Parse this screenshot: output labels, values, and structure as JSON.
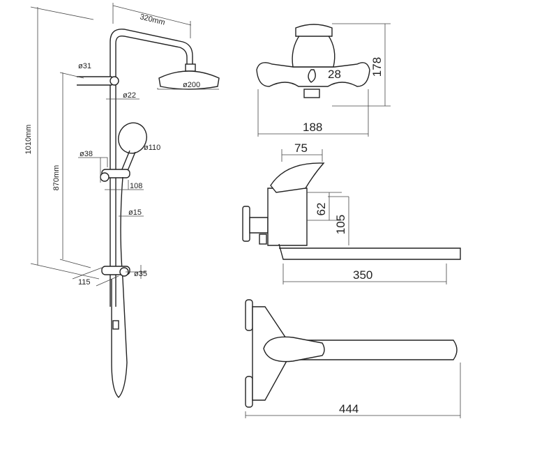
{
  "shower_system": {
    "arm_length": "320mm",
    "total_height": "1010mm",
    "bar_height": "870mm",
    "wall_bracket_diameter": "ø31",
    "head_diameter": "ø200",
    "pipe_diameter": "ø22",
    "hand_shower_diameter": "ø110",
    "slider_diameter": "ø38",
    "slider_depth": "108",
    "hose_diameter": "ø15",
    "bottom_bracket_diameter": "ø35",
    "bottom_offset": "115"
  },
  "mixer_front": {
    "lever_height": "28",
    "height": "178",
    "width": "188"
  },
  "mixer_side": {
    "lever_width": "75",
    "body_height": "62",
    "spout_height": "105",
    "spout_length": "350"
  },
  "mixer_top": {
    "overall_length": "444"
  }
}
